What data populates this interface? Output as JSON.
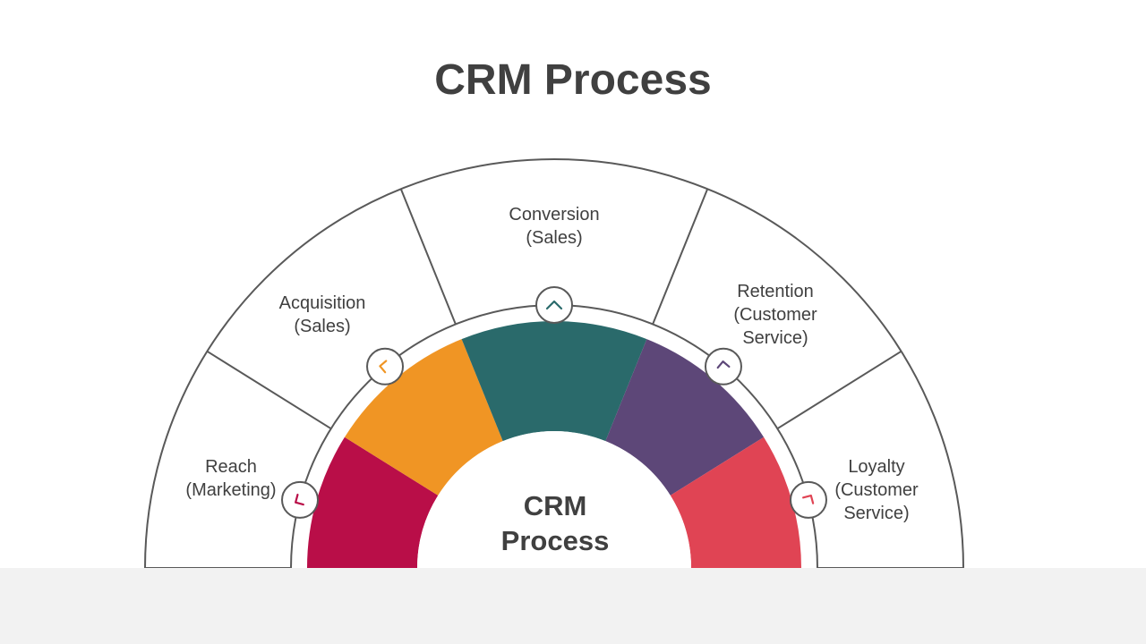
{
  "title": "CRM Process",
  "center": {
    "line1": "CRM",
    "line2": "Process"
  },
  "stages": [
    {
      "name": "reach",
      "lines": [
        "Reach",
        "(Marketing)"
      ],
      "color": "#b90e48",
      "icon": "arrow-icon"
    },
    {
      "name": "acquisition",
      "lines": [
        "Acquisition",
        "(Sales)"
      ],
      "color": "#f09524",
      "icon": "arrow-icon"
    },
    {
      "name": "conversion",
      "lines": [
        "Conversion",
        "(Sales)"
      ],
      "color": "#2a6a6b",
      "icon": "chevron-up-icon"
    },
    {
      "name": "retention",
      "lines": [
        "Retention",
        "(Customer",
        "Service)"
      ],
      "color": "#5d4778",
      "icon": "arrow-icon"
    },
    {
      "name": "loyalty",
      "lines": [
        "Loyalty",
        "(Customer",
        "Service)"
      ],
      "color": "#e04454",
      "icon": "arrow-icon"
    }
  ],
  "colors": {
    "outline": "#595959",
    "text": "#404040",
    "footer": "#f2f2f2"
  }
}
